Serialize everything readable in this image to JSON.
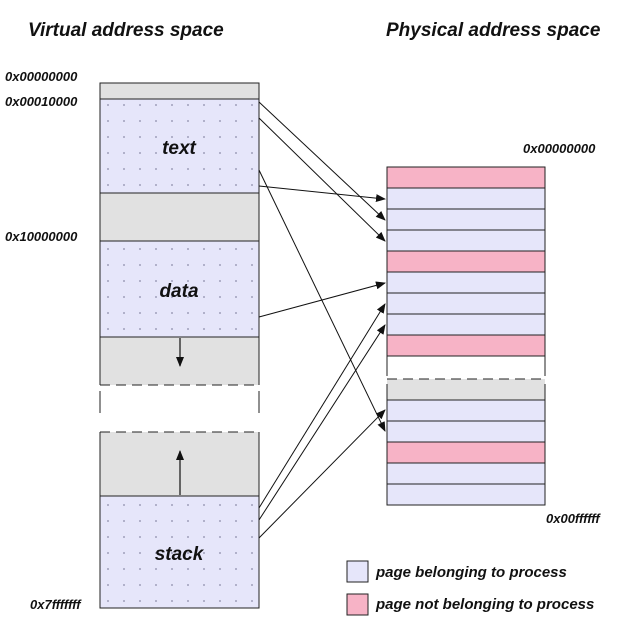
{
  "headings": {
    "virtual": "Virtual address space",
    "physical": "Physical address space"
  },
  "virtual_addresses": {
    "start": "0x00000000",
    "text_start": "0x00010000",
    "data_start": "0x10000000",
    "end": "0x7fffffff"
  },
  "physical_addresses": {
    "start": "0x00000000",
    "end": "0x00ffffff"
  },
  "segments": {
    "text": "text",
    "data": "data",
    "stack": "stack"
  },
  "legend": {
    "belonging": "page belonging to process",
    "not_belonging": "page not belonging to process"
  },
  "colors": {
    "process_page": "#e6e6fa",
    "foreign_page": "#f7b3c6",
    "unused_region": "#e1e1e1",
    "border": "#222222"
  }
}
